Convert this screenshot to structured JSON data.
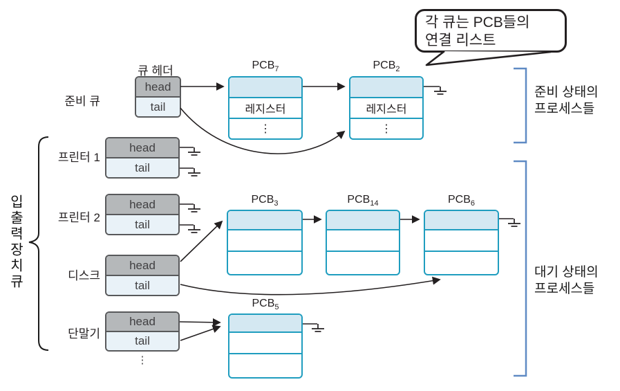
{
  "bubble": {
    "line1": "각 큐는 PCB들의",
    "line2": "연결 리스트"
  },
  "labels": {
    "queue_header_title": "큐 헤더"
  },
  "io_group": {
    "vertical_label": "입출력장치큐"
  },
  "queues": {
    "ready": {
      "label": "준비 큐",
      "head": "head",
      "tail": "tail"
    },
    "printer1": {
      "label": "프린터 1",
      "head": "head",
      "tail": "tail"
    },
    "printer2": {
      "label": "프린터 2",
      "head": "head",
      "tail": "tail"
    },
    "disk": {
      "label": "디스크",
      "head": "head",
      "tail": "tail"
    },
    "terminal": {
      "label": "단말기",
      "head": "head",
      "tail": "tail",
      "ellipsis": "⋮"
    }
  },
  "pcbs": {
    "pcb7": {
      "base": "PCB",
      "sub": "7",
      "cell2": "레지스터",
      "cell3": "⋮"
    },
    "pcb2": {
      "base": "PCB",
      "sub": "2",
      "cell2": "레지스터",
      "cell3": "⋮"
    },
    "pcb3": {
      "base": "PCB",
      "sub": "3",
      "cell2": "",
      "cell3": ""
    },
    "pcb14": {
      "base": "PCB",
      "sub": "14",
      "cell2": "",
      "cell3": ""
    },
    "pcb6": {
      "base": "PCB",
      "sub": "6",
      "cell2": "",
      "cell3": ""
    },
    "pcb5": {
      "base": "PCB",
      "sub": "5",
      "cell2": "",
      "cell3": ""
    }
  },
  "brackets": {
    "ready": {
      "line1": "준비 상태의",
      "line2": "프로세스들"
    },
    "waiting": {
      "line1": "대기 상태의",
      "line2": "프로세스들"
    }
  },
  "icons": {
    "ground": "ground-icon",
    "brace": "curly-brace-icon"
  },
  "colors": {
    "pcb_border_teal": "#1f9dbf",
    "pcb_top_fill": "#d4e8f2",
    "head_fill": "#b5b8ba",
    "tail_fill": "#e9f2f8",
    "header_border": "#58595b",
    "bracket_blue": "#5f8ac4",
    "line_black": "#231f20"
  }
}
